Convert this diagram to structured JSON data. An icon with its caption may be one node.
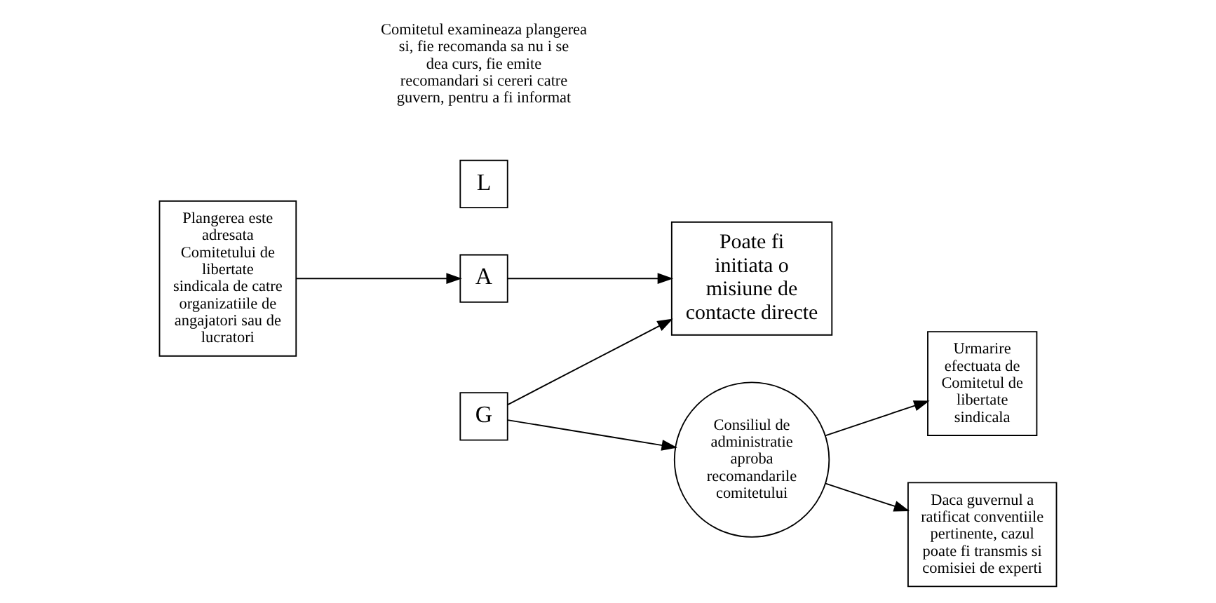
{
  "diagram": {
    "nodes": [
      {
        "text": [
          "Plangerea este adresata Comitetului de libertate sindicala de catre organizatiile de angajatori sau de lucratori"
        ]
      },
      {
        "text": [
          "A"
        ]
      },
      {
        "text": [
          "G"
        ]
      },
      {
        "text": [
          "L"
        ]
      },
      {
        "text": [
          "Poate fi initiata o misiune de contacte directe"
        ]
      },
      {
        "text": [
          "Consiliul de administratie aproba recomandarile comitetului"
        ]
      },
      {
        "text": [
          "Urmarire efectuata de Comitetul de libertate sindicala"
        ]
      },
      {
        "text": [
          "Daca guvernul a ratificat conventiile pertinente, cazul poate fi transmis si comisiei de experti"
        ]
      }
    ],
    "edges": [
      {
        "from": 0,
        "to": 1,
        "arrow": "to"
      },
      {
        "from": 1,
        "to": 4,
        "arrow": "to"
      },
      {
        "from": 2,
        "to": 4,
        "arrow": "to"
      },
      {
        "from": 2,
        "to": 5,
        "arrow": "to"
      },
      {
        "from": 5,
        "to": 6,
        "arrow": "to"
      },
      {
        "from": 5,
        "to": 7,
        "arrow": "to"
      }
    ],
    "labels": [
      "Comitetul examineaza plangerea si, fie recomanda sa nu i se dea curs, fie emite recomandari si cereri catre guvern, pentru a fi informat"
    ]
  }
}
